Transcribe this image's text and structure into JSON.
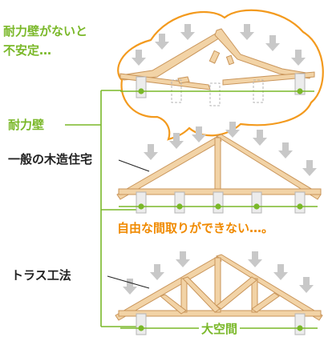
{
  "labels": {
    "unstable_line1": "耐力壁がないと",
    "unstable_line2": "不安定…",
    "bearing_wall": "耐力壁",
    "general_house": "一般の木造住宅",
    "truss_method": "トラス工法",
    "no_free_layout": "自由な間取りができない…。",
    "large_space": "大空間"
  },
  "colors": {
    "wood_fill": "#f2d3a6",
    "wood_edge": "#c9955a",
    "bubble_border": "#f39a1e",
    "green": "#7ab829",
    "orange": "#f08a00",
    "arrow": "#c8c8c8",
    "text": "#222222"
  },
  "icons": [
    "down-arrow-icon",
    "wall-marker-icon"
  ]
}
